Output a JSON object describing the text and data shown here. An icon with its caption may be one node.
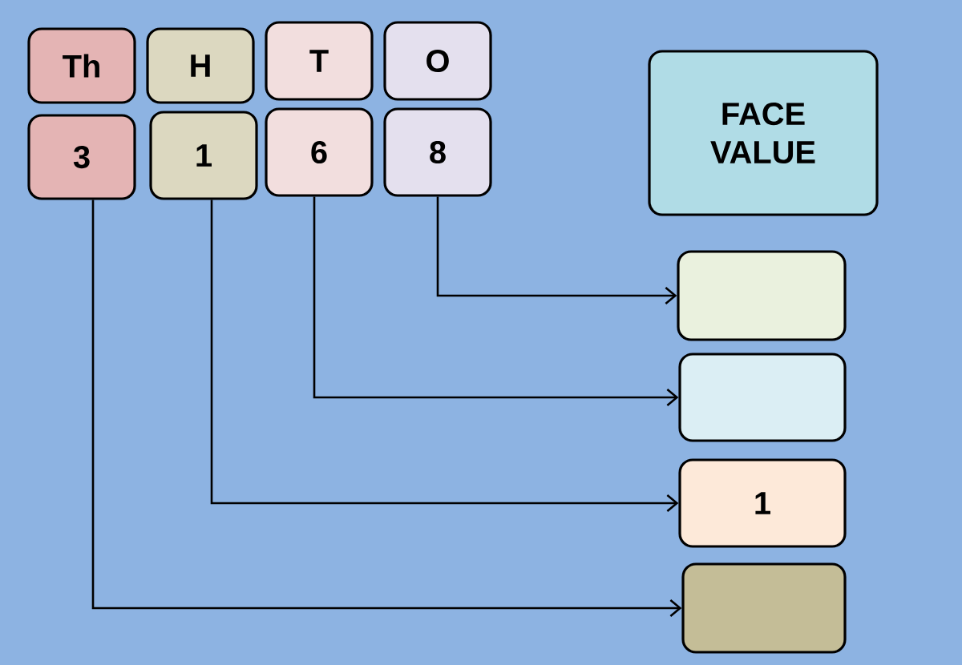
{
  "diagram": {
    "nodes": [
      {
        "text": [
          "Th"
        ]
      },
      {
        "text": [
          "H"
        ]
      },
      {
        "text": [
          "T"
        ]
      },
      {
        "text": [
          "O"
        ]
      },
      {
        "text": [
          "3"
        ]
      },
      {
        "text": [
          "1"
        ]
      },
      {
        "text": [
          "6"
        ]
      },
      {
        "text": [
          "8"
        ]
      },
      {
        "text": [
          "FACE VALUE"
        ]
      },
      {
        "text": [],
        "shape": "box"
      },
      {
        "text": [],
        "shape": "box"
      },
      {
        "text": [
          "1"
        ]
      },
      {
        "text": [],
        "shape": "box"
      }
    ],
    "edges": [
      {
        "from": 7,
        "to": 9,
        "arrow": "to"
      },
      {
        "from": 6,
        "to": 10,
        "arrow": "to"
      },
      {
        "from": 5,
        "to": 11,
        "arrow": "to"
      },
      {
        "from": 4,
        "to": 12,
        "arrow": "to"
      }
    ]
  }
}
